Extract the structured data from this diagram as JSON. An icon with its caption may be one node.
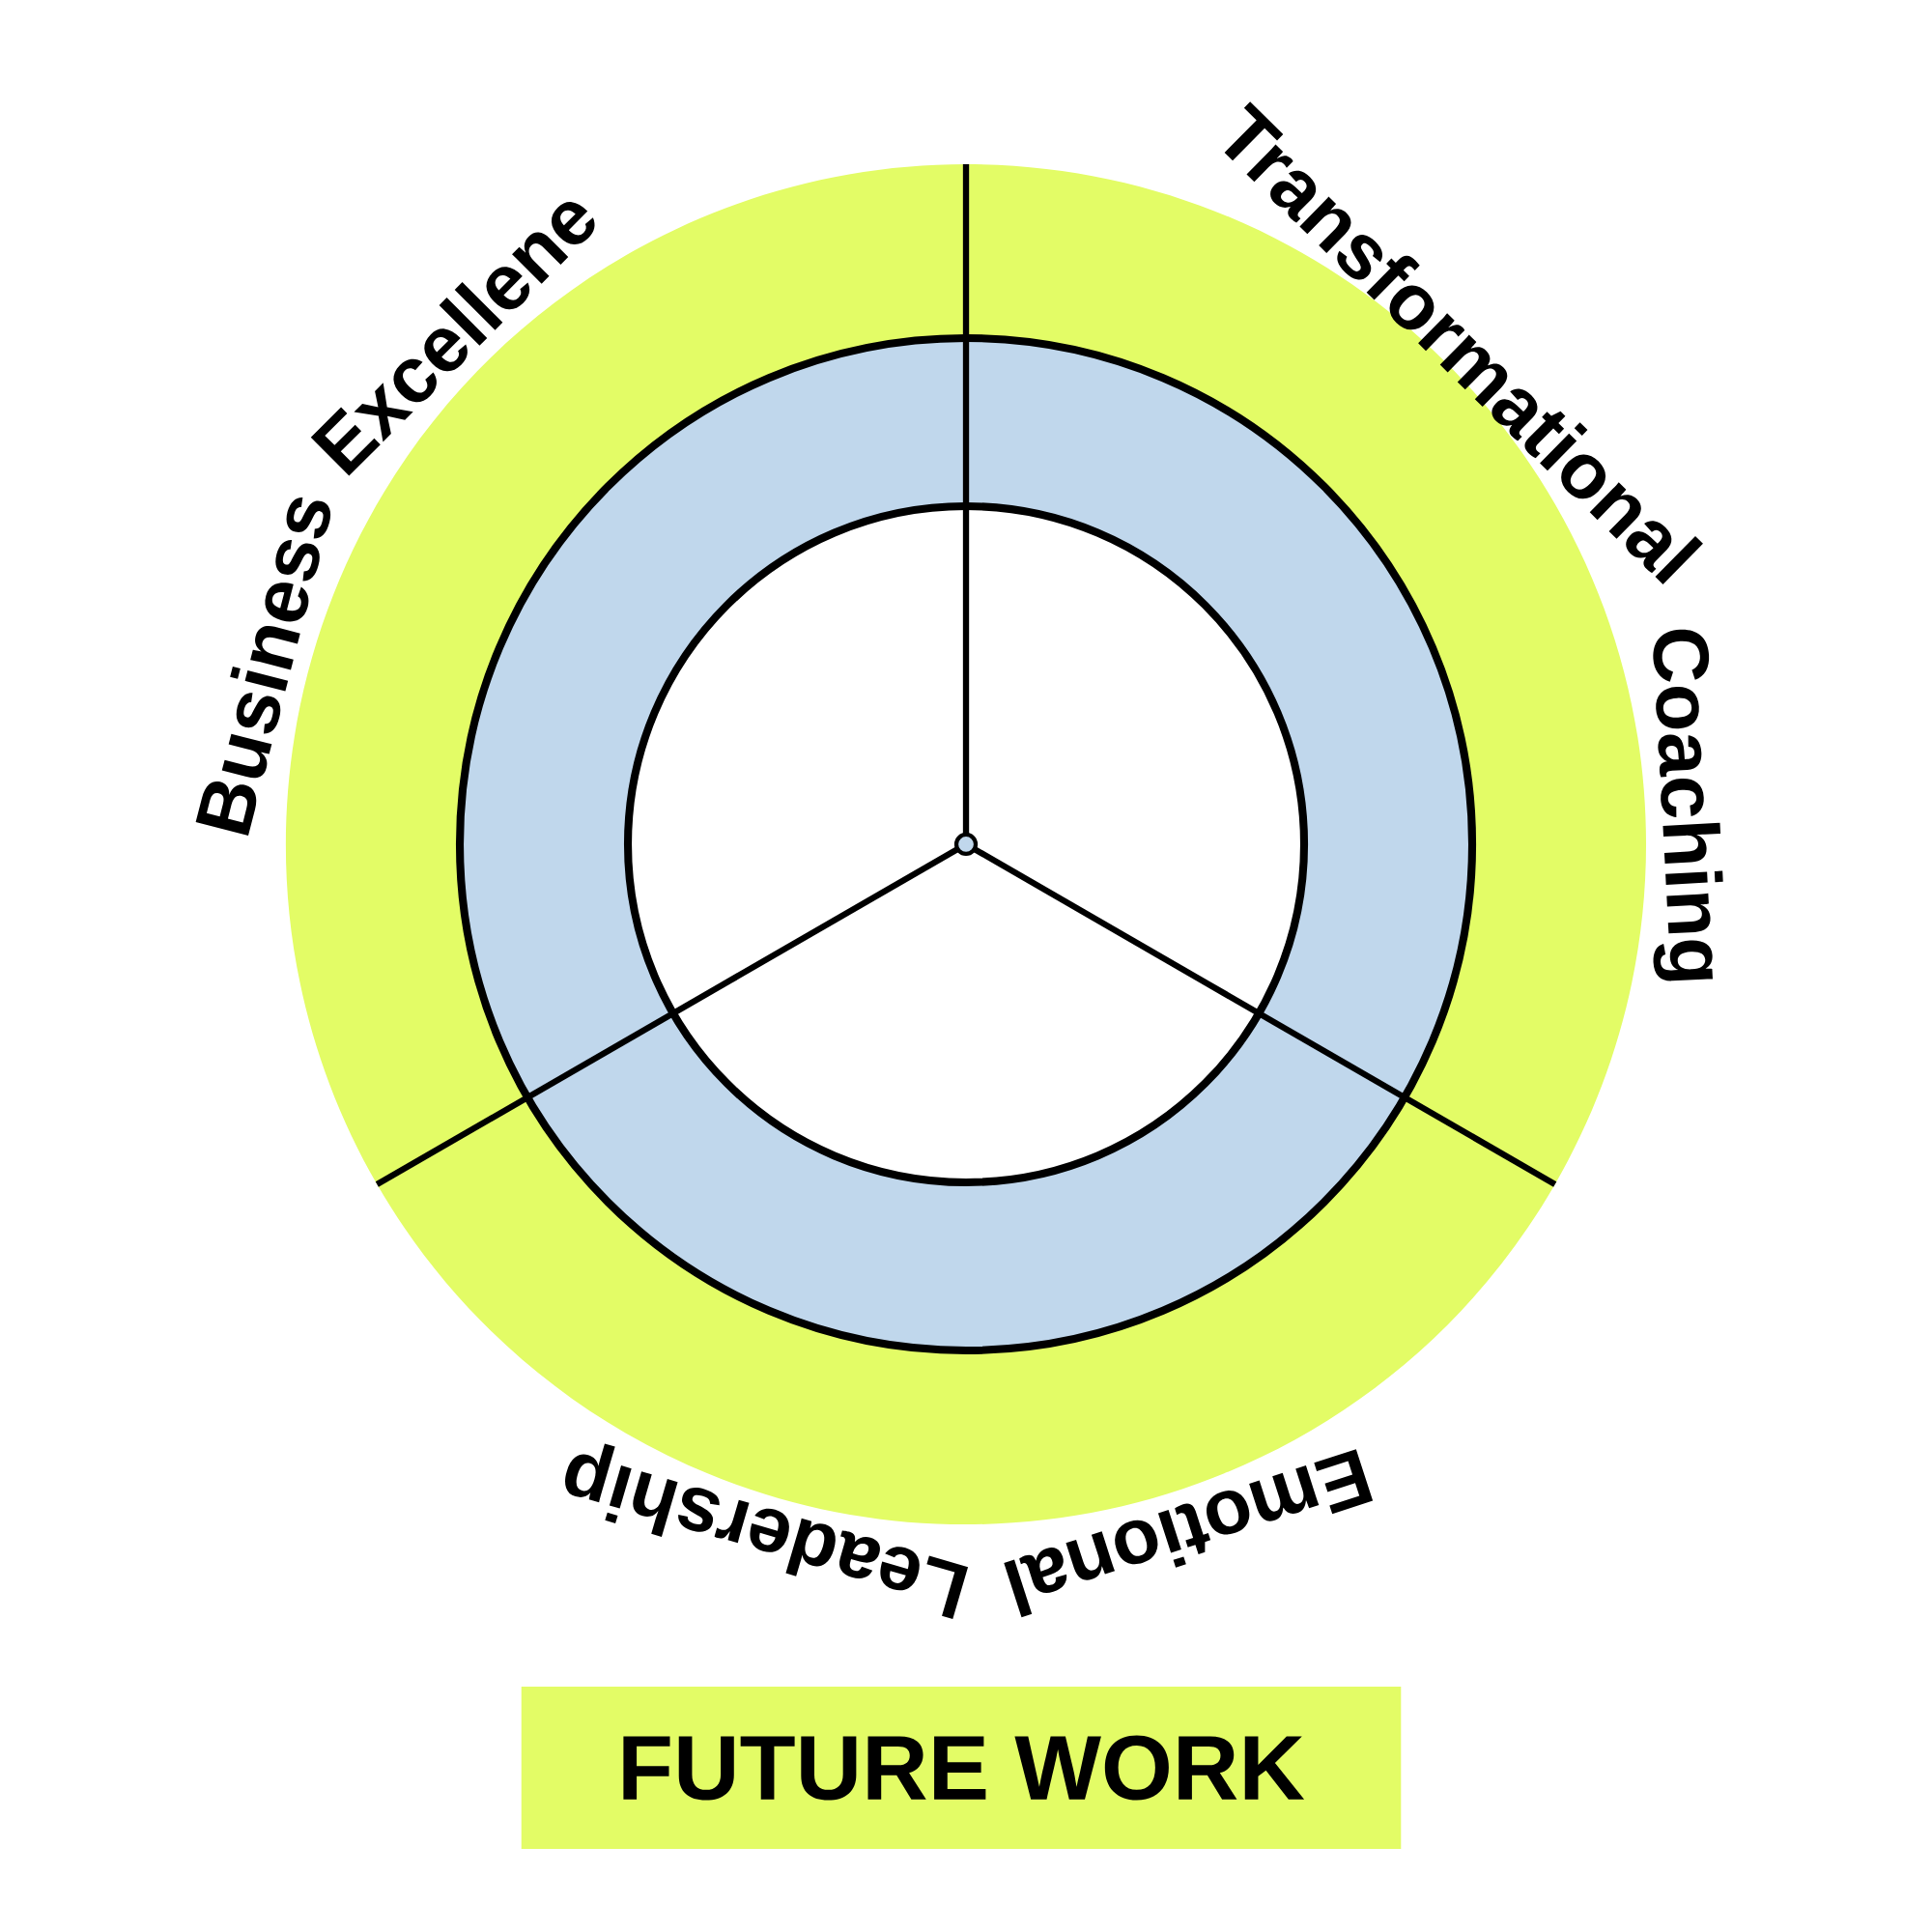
{
  "diagram": {
    "nodes": [
      {
        "text": [
          "Business Excellene"
        ]
      },
      {
        "text": [
          "Transformational Coaching"
        ]
      },
      {
        "text": [
          "Emotional Leadership"
        ]
      },
      {
        "text": [
          "FUTURE WORK"
        ]
      }
    ]
  }
}
